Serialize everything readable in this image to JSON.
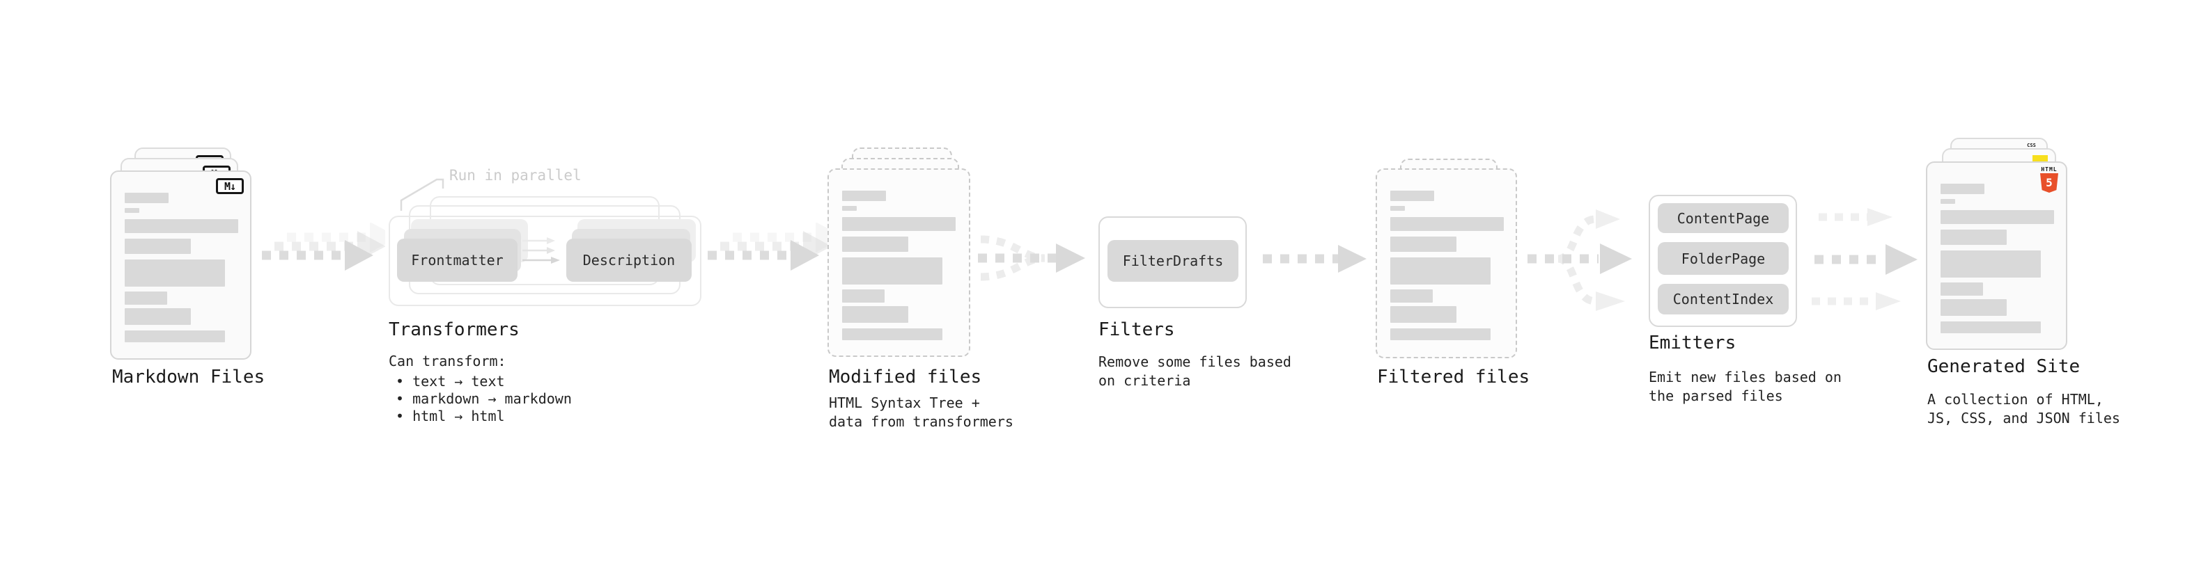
{
  "steps": {
    "markdown_files": {
      "label": "Markdown Files",
      "badge": "M↓"
    },
    "transformers": {
      "title": "Transformers",
      "note": "Run in parallel",
      "box1": "Frontmatter",
      "box2": "Description",
      "subtitle": "Can transform:",
      "bullet1": "• text → text",
      "bullet2": "• markdown → markdown",
      "bullet3": "• html → html"
    },
    "modified_files": {
      "title": "Modified files",
      "desc": "HTML Syntax Tree +\ndata from transformers"
    },
    "filters": {
      "title": "Filters",
      "box": "FilterDrafts",
      "desc": "Remove some files based\non criteria"
    },
    "filtered_files": {
      "title": "Filtered files"
    },
    "emitters": {
      "title": "Emitters",
      "box1": "ContentPage",
      "box2": "FolderPage",
      "box3": "ContentIndex",
      "desc": "Emit new files based on\nthe parsed files"
    },
    "generated_site": {
      "title": "Generated Site",
      "desc": "A collection of HTML,\nJS, CSS, and JSON files",
      "badge_html_label": "HTML",
      "badge_html_number": "5",
      "badge_css_label": "CSS"
    }
  },
  "colors": {
    "html5_orange": "#e8502a",
    "js_yellow": "#f7df1e",
    "css_blue": "#2f6df6",
    "box_gray": "#d9d9d9",
    "arrow_gray": "#d9d9d9",
    "arrow_light": "#ececec",
    "note_gray": "#cbcbcb"
  }
}
